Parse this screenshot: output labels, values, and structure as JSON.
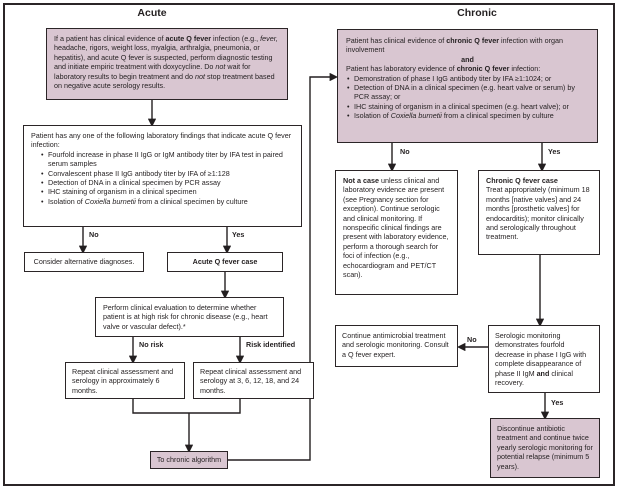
{
  "header": {
    "acute": "Acute",
    "chronic": "Chronic"
  },
  "colors": {
    "box_pink": "#d9c6d1",
    "border_dark": "#2b2527",
    "line": "#231f20"
  },
  "labels": {
    "lab_no": "No",
    "lab_yes": "Yes",
    "no_risk": "No risk",
    "risk_identified": "Risk identified",
    "chronic_no": "No",
    "chronic_yes": "Yes",
    "monitor_no": "No",
    "monitor_yes": "Yes"
  },
  "acute": {
    "intro": {
      "p1": "If a patient has clinical evidence of ",
      "b1": "acute Q fever",
      "p2": " infection (e.g., ",
      "i0": "fever,",
      "p2b": " headache, rigors, weight loss, myalgia, arthralgia, pneumonia, or hepatitis), and acute Q fever is suspected, perform diagnostic testing and initiate empiric treatment with doxycycline. Do ",
      "i1": "not",
      "p3": " wait for laboratory results to begin treatment and do ",
      "i2": "not",
      "p4": " stop treatment based on negative acute serology results."
    },
    "lab": {
      "lead": "Patient has any one of the following laboratory findings that indicate acute Q fever infection:",
      "b1": "Fourfold increase in phase II IgG or IgM antibody titer by IFA test in paired serum samples",
      "b2": "Convalescent phase II IgG antibody titer by IFA of ≥1:128",
      "b3": "Detection of DNA in a clinical specimen by PCR assay",
      "b4": "IHC staining of organism in a clinical specimen",
      "b5a": "Isolation of ",
      "b5i": "Coxiella burnetii",
      "b5b": " from a clinical specimen by culture"
    },
    "consider": "Consider alternative diagnoses.",
    "case_label": "Acute Q fever case",
    "evaluate": "Perform clinical evaluation to determine whether patient is at high risk for chronic disease (e.g., heart valve or vascular defect).*",
    "repeat6": "Repeat clinical assessment and serology in approximately 6 months.",
    "repeat24": "Repeat clinical assessment and serology at 3, 6, 12, 18, and 24 months.",
    "to_chronic": "To chronic algorithm"
  },
  "chronic": {
    "intro": {
      "p1": "Patient has clinical evidence of ",
      "b1": "chronic Q fever",
      "p2": " infection with organ involvement",
      "and_word": "and",
      "p3": "Patient has laboratory evidence of ",
      "b2": "chronic Q fever",
      "p4": " infection:",
      "bu1": "Demonstration of phase I IgG antibody titer by IFA ≥1:1024; or",
      "bu2": "Detection of DNA in a clinical specimen (e.g. heart valve or serum) by PCR assay; or",
      "bu3": "IHC staining of organism in a clinical specimen (e.g. heart valve); or",
      "bu4a": "Isolation of ",
      "bu4i": "Coxiella burnetii",
      "bu4b": " from a clinical specimen by culture"
    },
    "not_a_case": {
      "b1": "Not a case",
      "p1": " unless clinical and laboratory evidence are present (see Pregnancy section for exception). Continue serologic and clinical monitoring. If nonspecific clinical findings are present with laboratory evidence, perform a thorough search for foci of infection (e.g., echocardiogram and PET/CT scan)."
    },
    "case": {
      "title": "Chronic Q fever case",
      "body": "Treat appropriately (minimum 18 months [native valves] and 24 months [prosthetic valves] for endocarditis); monitor clinically and serologically throughout treatment."
    },
    "monitor": {
      "p1": "Serologic monitoring demonstrates fourfold decrease in phase I IgG with complete disappearance of phase II IgM ",
      "b1": "and",
      "p2": " clinical recovery."
    },
    "continue_treatment": "Continue antimicrobial treatment and serologic monitoring. Consult a Q fever expert.",
    "discontinue": "Discontinue antibiotic treatment and continue twice yearly serologic monitoring for potential relapse (minimum 5 years)."
  }
}
